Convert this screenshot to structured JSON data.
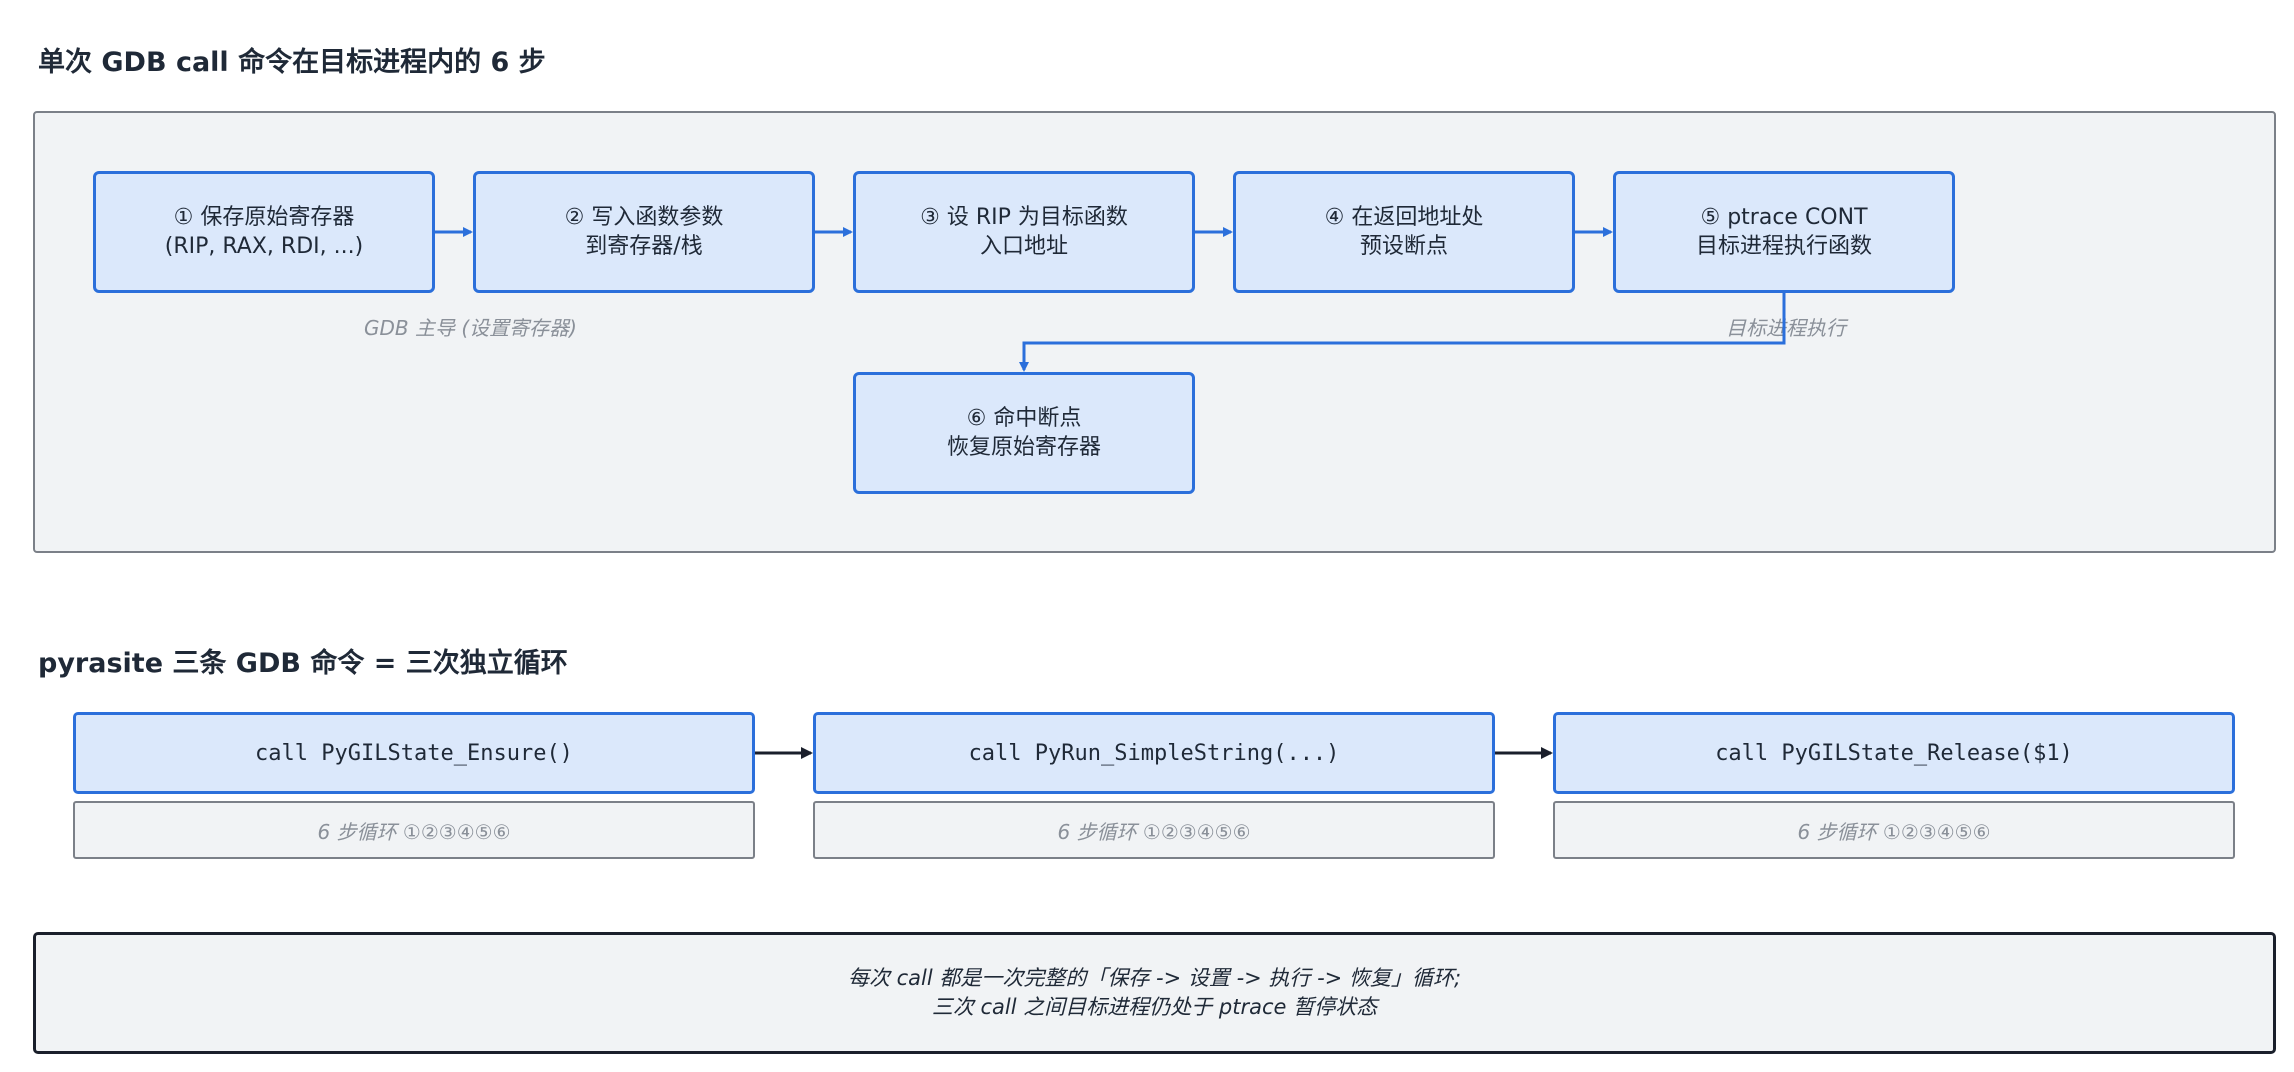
{
  "section1": {
    "title": "单次 GDB call 命令在目标进程内的 6 步",
    "steps": [
      {
        "line1": "① 保存原始寄存器",
        "line2": "(RIP, RAX, RDI, ...)"
      },
      {
        "line1": "② 写入函数参数",
        "line2": "到寄存器/栈"
      },
      {
        "line1": "③ 设 RIP 为目标函数",
        "line2": "入口地址"
      },
      {
        "line1": "④ 在返回地址处",
        "line2": "预设断点"
      },
      {
        "line1": "⑤ ptrace CONT",
        "line2": "目标进程执行函数"
      },
      {
        "line1": "⑥ 命中断点",
        "line2": "恢复原始寄存器"
      }
    ],
    "caption_left": "GDB 主导 (设置寄存器)",
    "caption_right": "目标进程执行"
  },
  "section2": {
    "title": "pyrasite 三条 GDB 命令 = 三次独立循环",
    "calls": [
      {
        "label": "call PyGILState_Ensure()",
        "loop": "6 步循环 ①②③④⑤⑥"
      },
      {
        "label": "call PyRun_SimpleString(...)",
        "loop": "6 步循环 ①②③④⑤⑥"
      },
      {
        "label": "call PyGILState_Release($1)",
        "loop": "6 步循环 ①②③④⑤⑥"
      }
    ]
  },
  "note": {
    "line1": "每次 call 都是一次完整的「保存 -> 设置 -> 执行 -> 恢复」循环;",
    "line2": "三次 call 之间目标进程仍处于 ptrace 暂停状态"
  },
  "colors": {
    "step_fill": "#dbe8fb",
    "step_border": "#2b6fdb",
    "panel_fill": "#f1f3f5",
    "panel_border": "#7b8088",
    "arrow_blue": "#2b6fdb",
    "arrow_dark": "#1a1f2b"
  }
}
